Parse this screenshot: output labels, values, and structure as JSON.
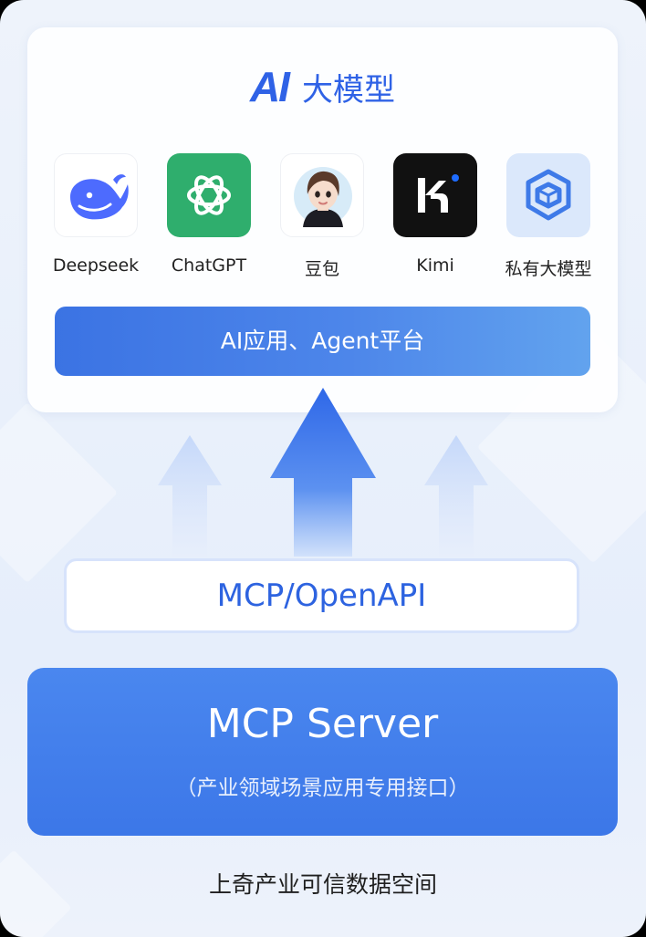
{
  "title": {
    "logo": "AI",
    "text": "大模型"
  },
  "models": [
    {
      "label": "Deepseek",
      "icon": "deepseek-whale-icon"
    },
    {
      "label": "ChatGPT",
      "icon": "chatgpt-knot-icon"
    },
    {
      "label": "豆包",
      "icon": "doubao-avatar-icon"
    },
    {
      "label": "Kimi",
      "icon": "kimi-k-icon"
    },
    {
      "label": "私有大模型",
      "icon": "private-model-cube-icon"
    }
  ],
  "platform_label": "AI应用、Agent平台",
  "api_label": "MCP/OpenAPI",
  "server": {
    "title": "MCP Server",
    "subtitle": "（产业领域场景应用专用接口）"
  },
  "footer": "上奇产业可信数据空间",
  "colors": {
    "accent": "#2f62e6",
    "chatgpt_green": "#2fae6d",
    "kimi_black": "#111111",
    "server_blue": "#3f7ceb"
  }
}
